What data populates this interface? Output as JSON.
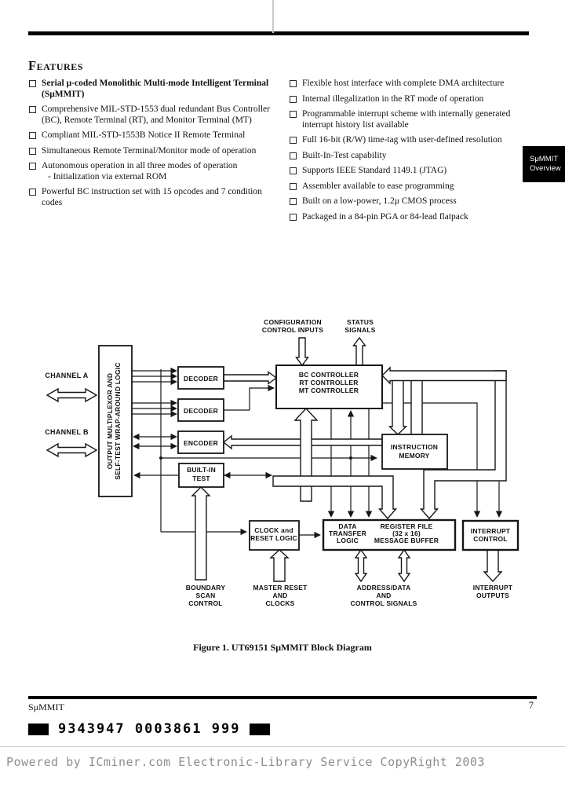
{
  "page": {
    "tab": {
      "line1": "SμMMIT",
      "line2": "Overview"
    },
    "footer": {
      "product": "SμMMIT",
      "page_number": "7"
    },
    "barcode": {
      "text": "9343947 0003861 999"
    },
    "service_line": "Powered by ICminer.com Electronic-Library Service CopyRight 2003"
  },
  "features": {
    "heading": "Features",
    "left": [
      {
        "text": "Serial μ-coded Monolithic Multi-mode Intelligent Terminal (SμMMIT)"
      },
      {
        "text": "Comprehensive MIL-STD-1553 dual redundant Bus Controller (BC), Remote Terminal (RT), and Monitor Terminal (MT)"
      },
      {
        "text": "Compliant MIL-STD-1553B Notice II Remote Terminal"
      },
      {
        "text": "Simultaneous Remote Terminal/Monitor mode of operation"
      },
      {
        "text": "Autonomous operation in all three modes of operation",
        "sub": "- Initialization via external ROM"
      },
      {
        "text": "Powerful BC instruction set with 15 opcodes and 7 condition codes"
      }
    ],
    "right": [
      {
        "text": "Flexible host interface with complete DMA architecture"
      },
      {
        "text": "Internal illegalization in the RT mode of operation"
      },
      {
        "text": "Programmable interrupt scheme with internally generated interrupt history list available"
      },
      {
        "text": "Full 16-bit (R/W) time-tag with user-defined resolution"
      },
      {
        "text": "Built-In-Test capability"
      },
      {
        "text": "Supports IEEE Standard 1149.1 (JTAG)"
      },
      {
        "text": "Assembler available to ease programming"
      },
      {
        "text": "Built on a low-power, 1.2μ CMOS process"
      },
      {
        "text": "Packaged in a 84-pin PGA or 84-lead flatpack"
      }
    ]
  },
  "diagram": {
    "caption": "Figure 1. UT69151 SμMMIT Block Diagram",
    "labels": {
      "config_1": "CONFIGURATION",
      "config_2": "CONTROL INPUTS",
      "status_1": "STATUS",
      "status_2": "SIGNALS",
      "channel_a": "CHANNEL A",
      "channel_b": "CHANNEL B",
      "mux_1": "OUTPUT MULTIPLEXOR AND",
      "mux_2": "SELF-TEST WRAP-AROUND LOGIC",
      "decoder1": "DECODER",
      "decoder2": "DECODER",
      "encoder": "ENCODER",
      "bit_1": "BUILT-IN",
      "bit_2": "TEST",
      "bc_1": "BC CONTROLLER",
      "bc_2": "RT CONTROLLER",
      "bc_3": "MT CONTROLLER",
      "imem_1": "INSTRUCTION",
      "imem_2": "MEMORY",
      "clock_1": "CLOCK and",
      "clock_2": "RESET LOGIC",
      "dtl_1": "DATA",
      "dtl_2": "TRANSFER",
      "dtl_3": "LOGIC",
      "reg_1": "REGISTER FILE",
      "reg_2": "(32 x 16)",
      "reg_3": "MESSAGE BUFFER",
      "intc_1": "INTERRUPT",
      "intc_2": "CONTROL",
      "boundary_1": "BOUNDARY",
      "boundary_2": "SCAN",
      "boundary_3": "CONTROL",
      "master_1": "MASTER RESET",
      "master_2": "AND",
      "master_3": "CLOCKS",
      "addr_1": "ADDRESS/DATA",
      "addr_2": "AND",
      "addr_3": "CONTROL SIGNALS",
      "intout_1": "INTERRUPT",
      "intout_2": "OUTPUTS"
    }
  }
}
